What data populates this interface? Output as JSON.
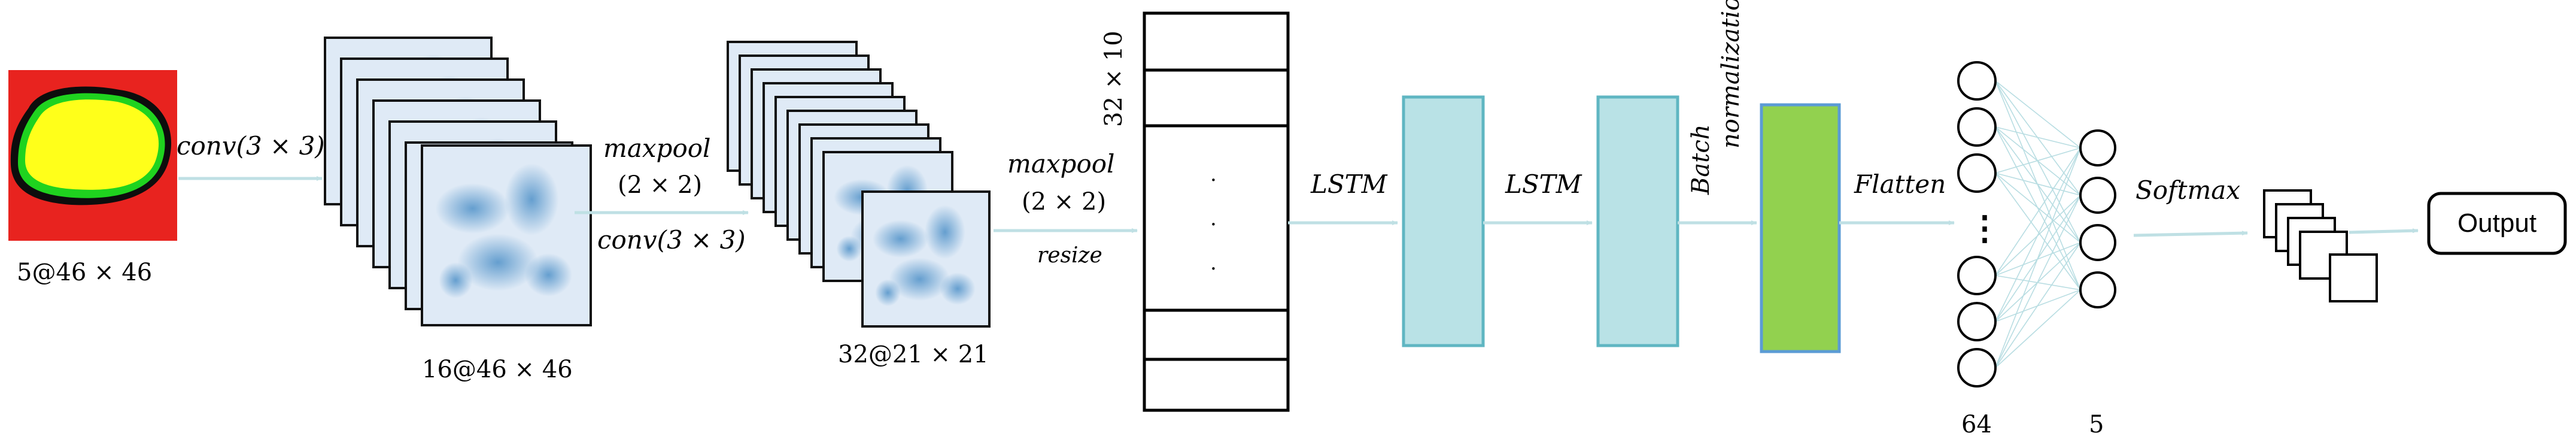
{
  "input": {
    "shape_label": "5@46 × 46",
    "colors": {
      "background": "#e8231f",
      "border": "#0a0a0a",
      "ring": "#1fd31f",
      "core": "#ffff1a"
    }
  },
  "conv1": {
    "op_label": "conv(3 × 3)",
    "output_label": "16@46 × 46"
  },
  "pool1": {
    "op_label": "maxpool",
    "op_size": "(2 × 2)",
    "conv_label": "conv(3 × 3)",
    "output_label": "32@21 × 21"
  },
  "pool2": {
    "op_label": "maxpool",
    "op_size": "(2 × 2)",
    "resize_label": "resize"
  },
  "sequence": {
    "shape_label": "32 × 10",
    "dots": [
      "·",
      "·",
      "·"
    ]
  },
  "lstm1": {
    "label": "LSTM"
  },
  "lstm2": {
    "label": "LSTM"
  },
  "batchnorm": {
    "label_line1": "Batch",
    "label_line2": "normalization"
  },
  "flatten": {
    "label": "Flatten"
  },
  "dense": {
    "hidden_count": "64",
    "output_count": "5",
    "ellipsis": "⋮"
  },
  "softmax": {
    "label": "Softmax"
  },
  "output": {
    "label": "Output"
  },
  "colors": {
    "lstm_fill": "#b9e2e6",
    "lstm_stroke": "#5fb6c2",
    "bn_fill": "#92d14f",
    "bn_stroke": "#5b9bd5",
    "arrow": "#bfe0e4",
    "connection": "#b8dde2",
    "feature_map_light": "#dceaf7",
    "feature_map_dark": "#5b9bd0"
  }
}
